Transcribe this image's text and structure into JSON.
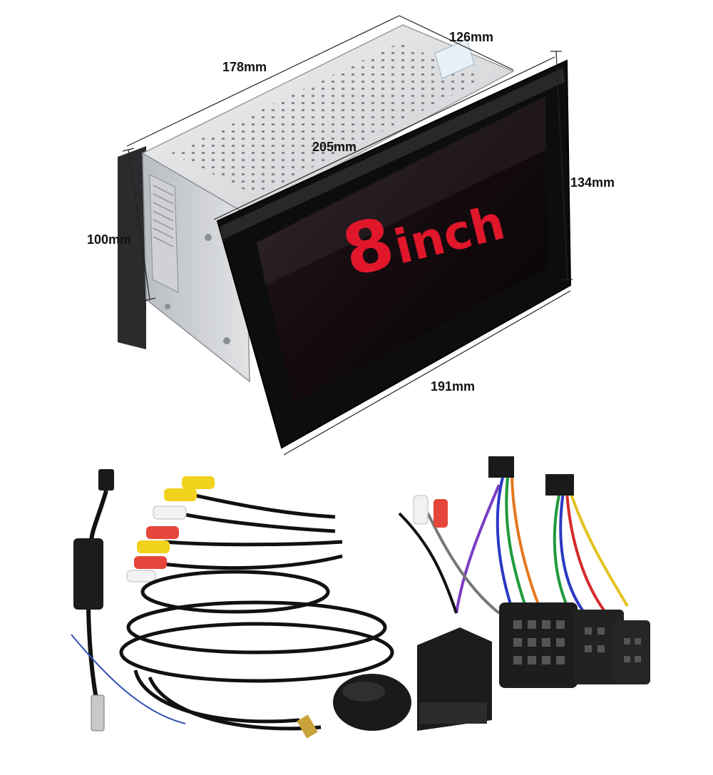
{
  "dimensions": {
    "depth": "178mm",
    "top_depth": "126mm",
    "bezel_width": "205mm",
    "bezel_height": "134mm",
    "chassis_height": "100mm",
    "bottom_width": "191mm"
  },
  "screen": {
    "size_number": "8",
    "size_unit": "inch",
    "text_color": "#e0162b"
  },
  "colors": {
    "bezel": "#0d0d0d",
    "chassis": "#d6d8da",
    "screen": "#1a0f12"
  }
}
